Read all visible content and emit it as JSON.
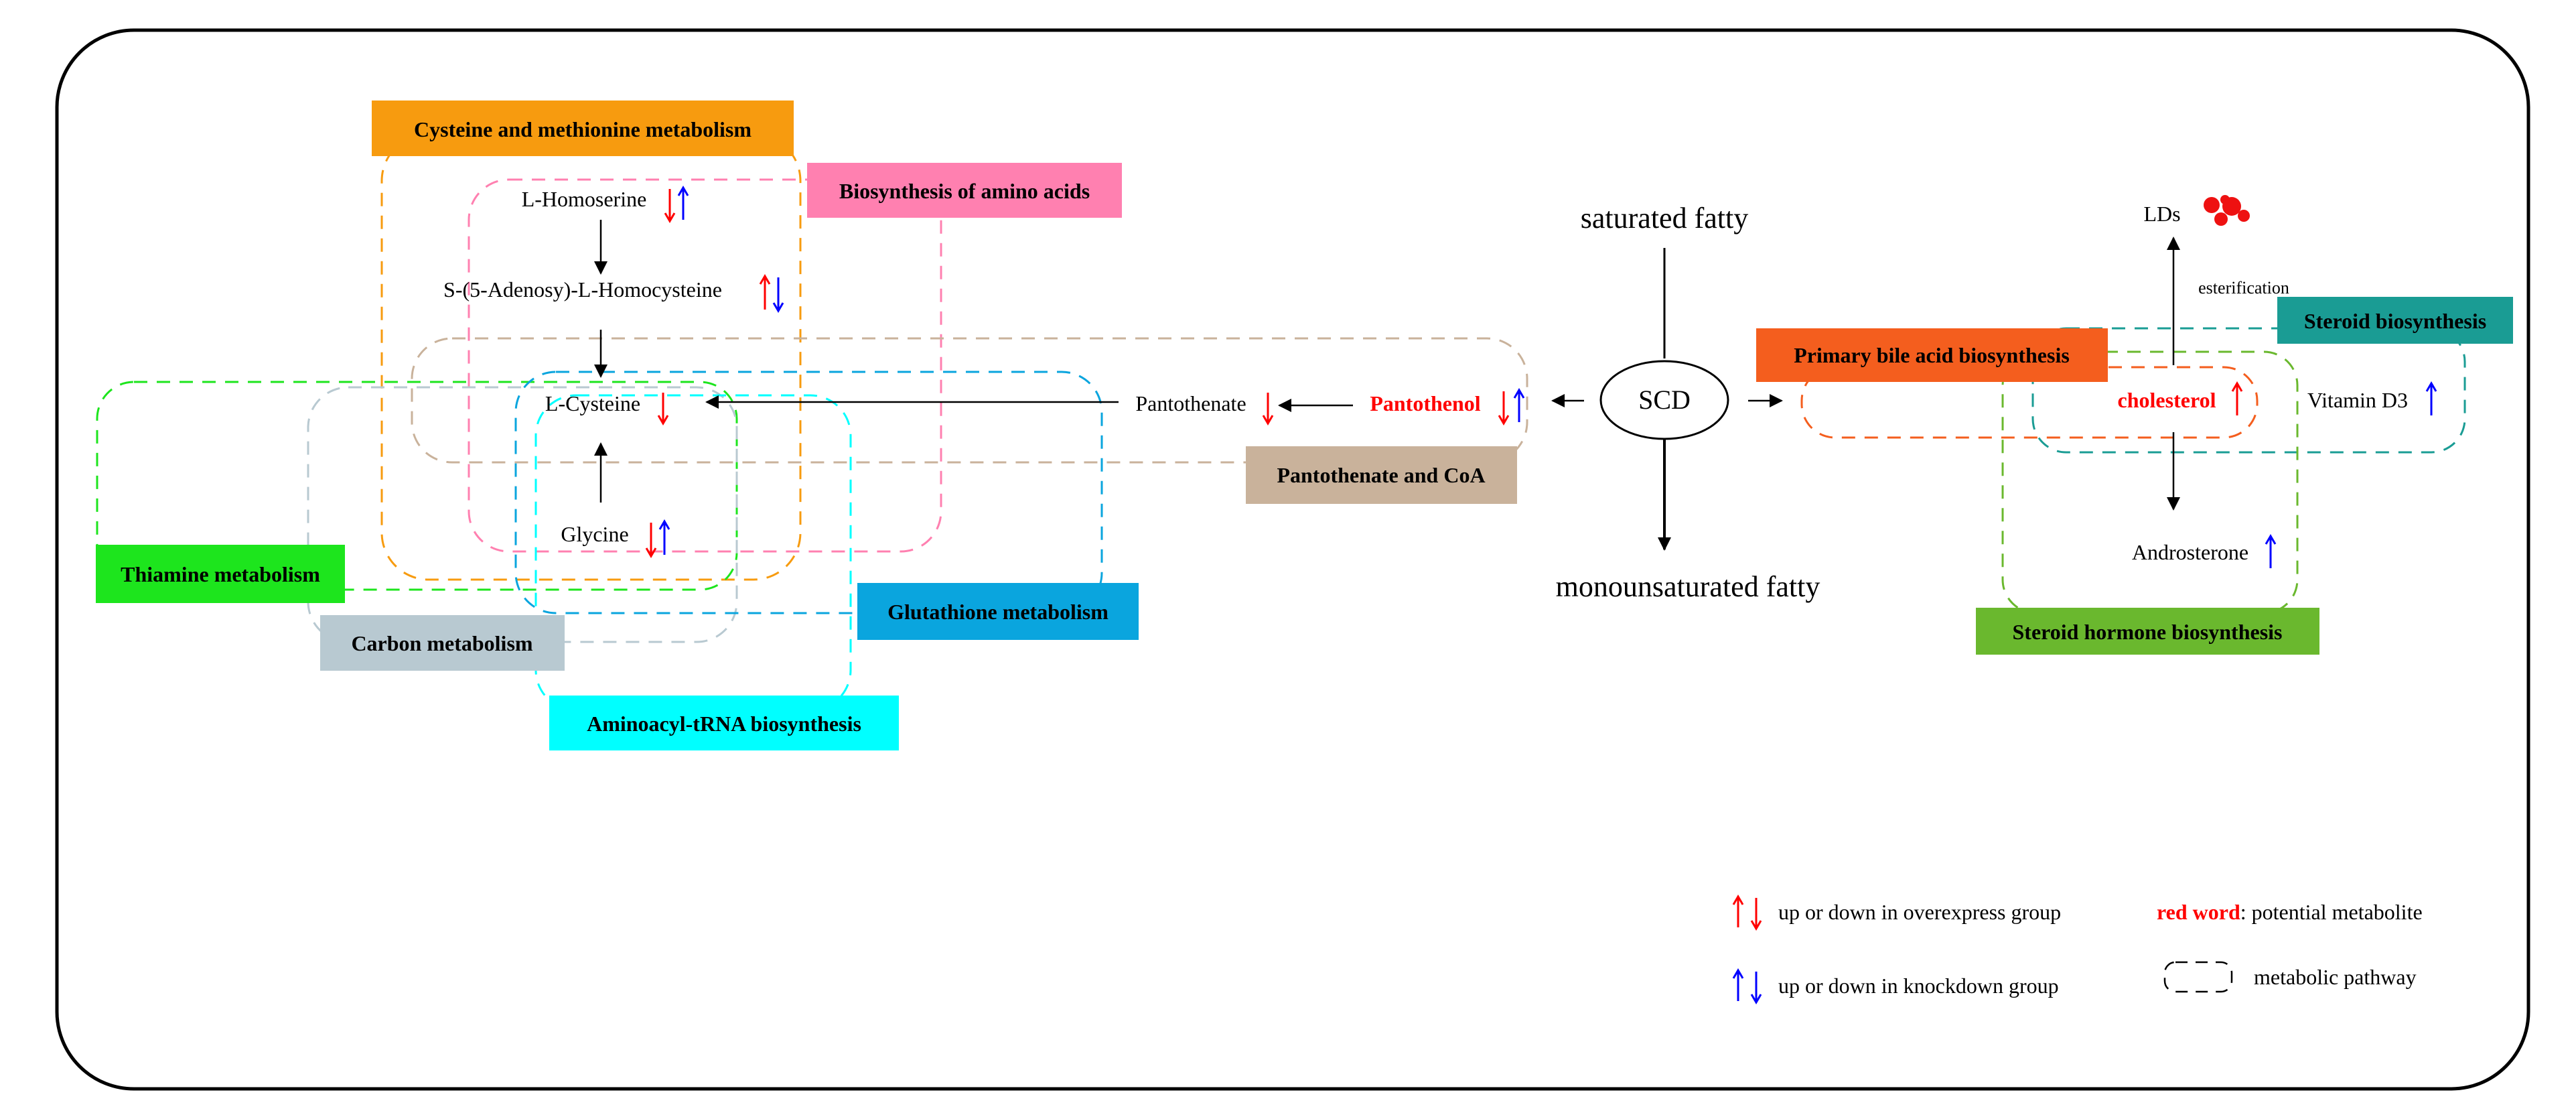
{
  "pathways": [
    {
      "id": "cys_met",
      "label": "Cysteine and methionine metabolism",
      "color": "#f79b0f",
      "text_color": "#000000"
    },
    {
      "id": "aa_biosyn",
      "label": "Biosynthesis of amino acids",
      "color": "#ff80b0",
      "text_color": "#000000"
    },
    {
      "id": "panto_coa",
      "label": "Pantothenate and CoA",
      "color": "#c9b29b",
      "text_color": "#000000"
    },
    {
      "id": "thiamine",
      "label": "Thiamine metabolism",
      "color": "#1de51d",
      "text_color": "#000000"
    },
    {
      "id": "carbon",
      "label": "Carbon metabolism",
      "color": "#b8c9d1",
      "text_color": "#000000"
    },
    {
      "id": "glutathione",
      "label": "Glutathione metabolism",
      "color": "#0aa5de",
      "text_color": "#000000"
    },
    {
      "id": "aminoacyl",
      "label": "Aminoacyl-tRNA biosynthesis",
      "color": "#00ffff",
      "text_color": "#000000"
    },
    {
      "id": "bile",
      "label": "Primary bile acid biosynthesis",
      "color": "#f45e1e",
      "text_color": "#000000"
    },
    {
      "id": "steroid",
      "label": "Steroid biosynthesis",
      "color": "#1a9c94",
      "text_color": "#000000"
    },
    {
      "id": "steroid_hormone",
      "label": "Steroid hormone biosynthesis",
      "color": "#6ab82e",
      "text_color": "#000000"
    }
  ],
  "metabolites": [
    {
      "id": "homoserine",
      "label": "L-Homoserine",
      "arrows": [
        "red-down",
        "blue-up"
      ],
      "highlight": false
    },
    {
      "id": "sah",
      "label": "S-(5-Adenosy)-L-Homocysteine",
      "arrows": [
        "red-up",
        "blue-down"
      ],
      "highlight": false
    },
    {
      "id": "cysteine",
      "label": "L-Cysteine",
      "arrows": [
        "red-down"
      ],
      "highlight": false
    },
    {
      "id": "glycine",
      "label": "Glycine",
      "arrows": [
        "red-down",
        "blue-up"
      ],
      "highlight": false
    },
    {
      "id": "pantothenate",
      "label": "Pantothenate",
      "arrows": [
        "red-down"
      ],
      "highlight": false
    },
    {
      "id": "pantothenol",
      "label": "Pantothenol",
      "arrows": [
        "red-down",
        "blue-up"
      ],
      "highlight": true
    },
    {
      "id": "cholesterol",
      "label": "cholesterol",
      "arrows": [
        "red-up"
      ],
      "highlight": true
    },
    {
      "id": "vitamin_d3",
      "label": "Vitamin D3",
      "arrows": [
        "blue-up"
      ],
      "highlight": false
    },
    {
      "id": "androsterone",
      "label": "Androsterone",
      "arrows": [
        "blue-up"
      ],
      "highlight": false
    },
    {
      "id": "lds",
      "label": "LDs",
      "arrows": [],
      "highlight": false
    }
  ],
  "center": {
    "node": "SCD",
    "top_label": "saturated fatty",
    "bottom_label": "monounsaturated fatty",
    "esterification_label": "esterification"
  },
  "legend": {
    "overexpress": "up or down in overexpress group",
    "knockdown": "up or down in knockdown group",
    "red_word": "red word",
    "red_word_desc": ": potential metabolite",
    "pathway": "metabolic pathway"
  },
  "colors": {
    "up_down_overexpress": "#ff0000",
    "up_down_knockdown": "#0000ff",
    "highlight_text": "#ff0000",
    "lipid_droplet": "#ee1111",
    "frame": "#000000"
  }
}
